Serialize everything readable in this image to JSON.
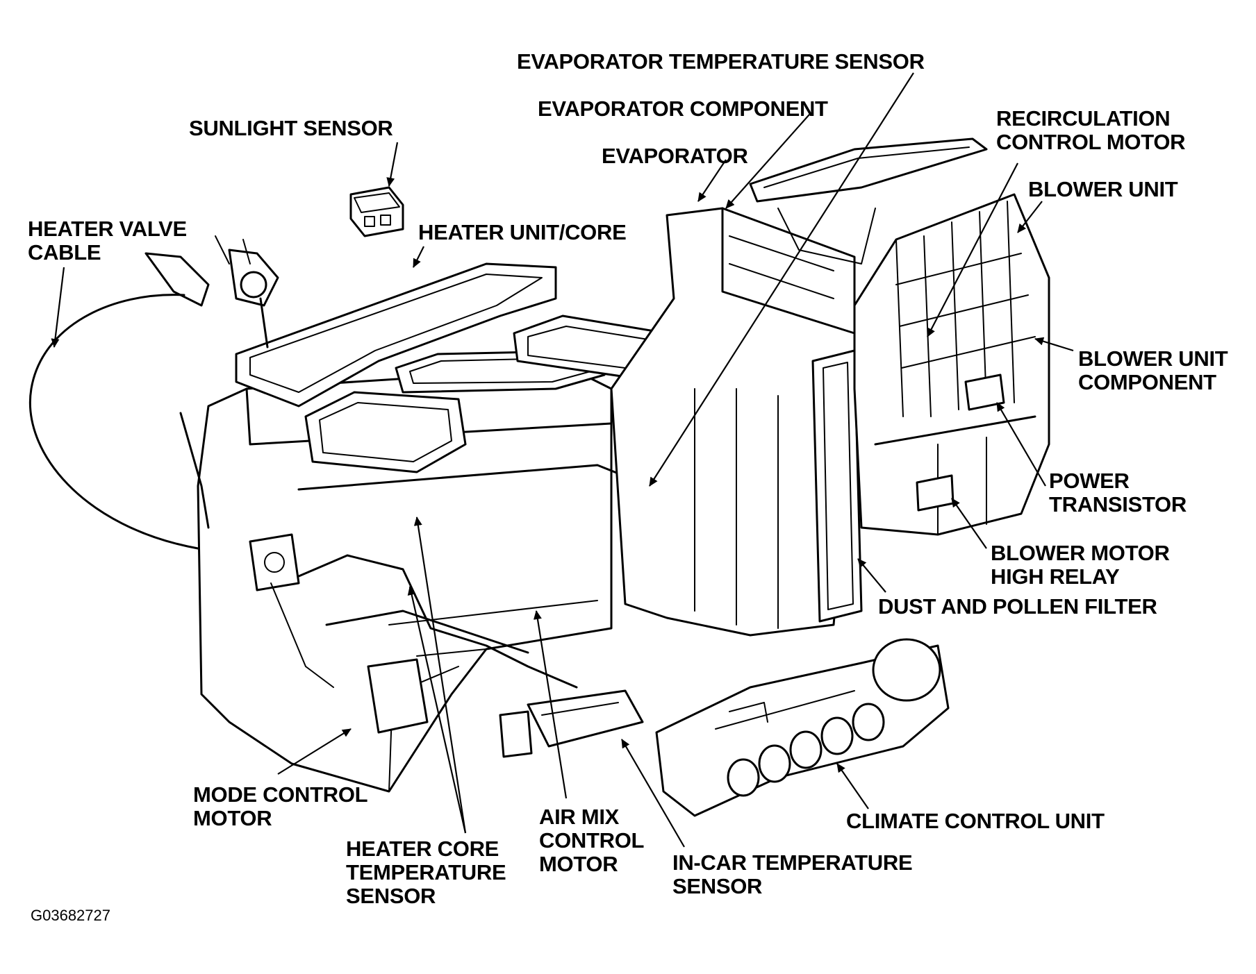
{
  "figure_code": "G03682727",
  "labels": {
    "evaporator_temperature_sensor": "EVAPORATOR TEMPERATURE SENSOR",
    "evaporator_component": "EVAPORATOR COMPONENT",
    "evaporator": "EVAPORATOR",
    "sunlight_sensor": "SUNLIGHT SENSOR",
    "heater_valve_cable": [
      "HEATER VALVE",
      "CABLE"
    ],
    "heater_unit_core": "HEATER UNIT/CORE",
    "recirculation_control_motor": [
      "RECIRCULATION",
      "CONTROL MOTOR"
    ],
    "blower_unit": "BLOWER UNIT",
    "blower_unit_component": [
      "BLOWER UNIT",
      "COMPONENT"
    ],
    "power_transistor": [
      "POWER",
      "TRANSISTOR"
    ],
    "blower_motor_high_relay": [
      "BLOWER MOTOR",
      "HIGH RELAY"
    ],
    "dust_and_pollen_filter": "DUST AND POLLEN FILTER",
    "climate_control_unit": "CLIMATE CONTROL UNIT",
    "mode_control_motor": [
      "MODE CONTROL",
      "MOTOR"
    ],
    "heater_core_temperature_sensor": [
      "HEATER CORE",
      "TEMPERATURE",
      "SENSOR"
    ],
    "air_mix_control_motor": [
      "AIR MIX",
      "CONTROL",
      "MOTOR"
    ],
    "in_car_temperature_sensor": [
      "IN-CAR TEMPERATURE",
      "SENSOR"
    ]
  }
}
